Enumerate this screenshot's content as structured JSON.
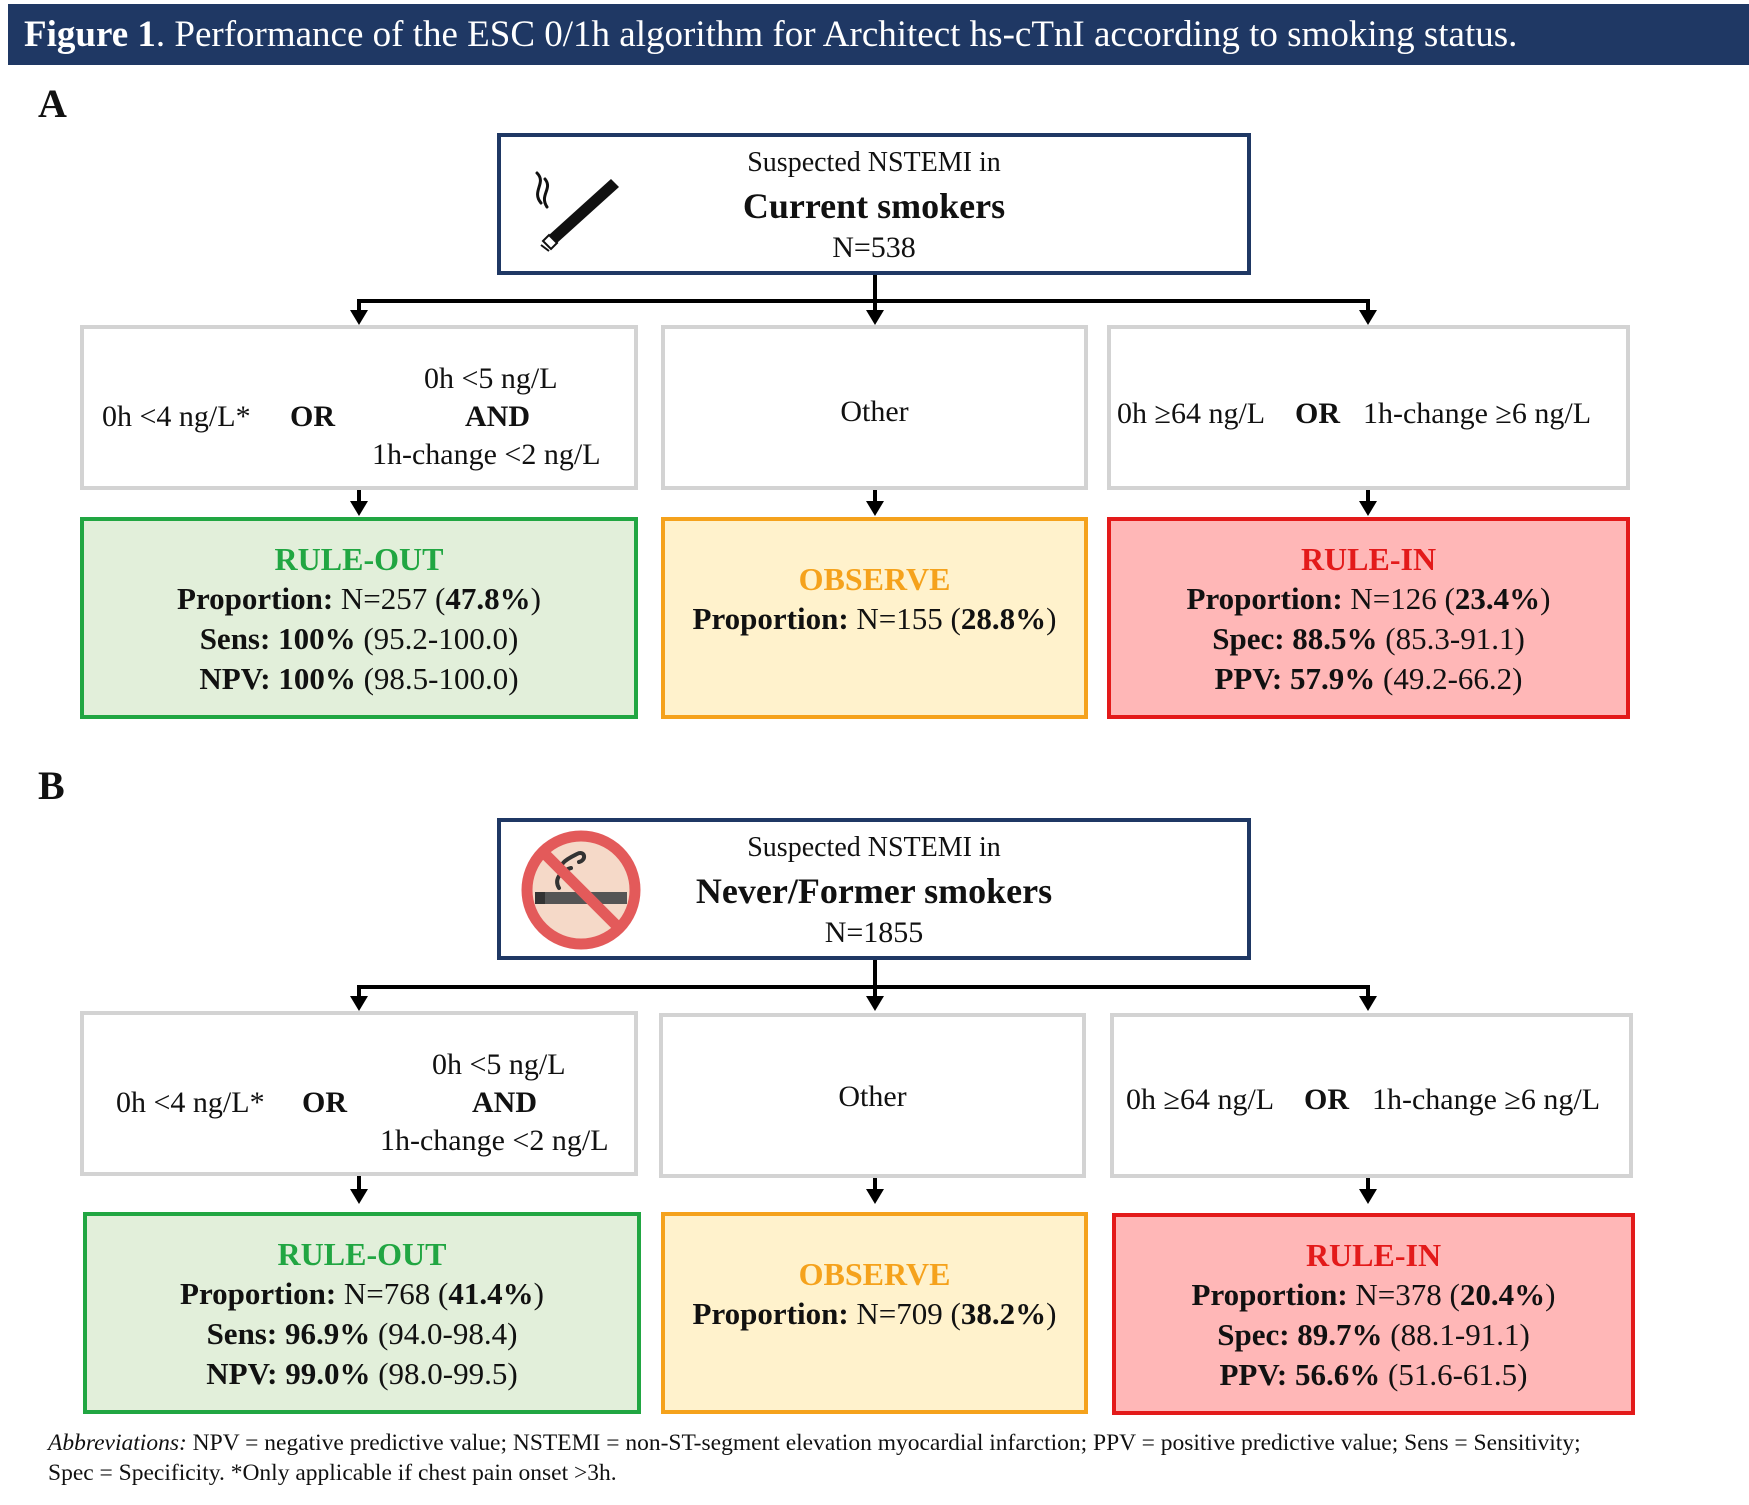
{
  "figure": {
    "title_bold": "Figure 1",
    "title_rest": ". Performance of the ESC 0/1h algorithm for Architect hs-cTnI according to smoking status."
  },
  "panels": [
    {
      "label": "A",
      "top": {
        "line1": "Suspected NSTEMI in",
        "line2": "Current smokers",
        "line3": "N=538",
        "icon": "cigarette-icon"
      },
      "criteria": {
        "rule_out": {
          "left": "0h <4 ng/L*",
          "or": "OR",
          "r1": "0h <5 ng/L",
          "r2": "AND",
          "r3": "1h-change <2 ng/L"
        },
        "observe": "Other",
        "rule_in": {
          "a": "0h ≥64 ng/L",
          "or": "OR",
          "b": "1h-change ≥6 ng/L"
        }
      },
      "results": {
        "rule_out": {
          "header": "RULE-OUT",
          "proportion": {
            "label": "Proportion:",
            "n": "N=257",
            "open": " (",
            "pct": "47.8%",
            "close": ")"
          },
          "stat1": {
            "label": "Sens:",
            "value": "100%",
            "ci": "(95.2-100.0)"
          },
          "stat2": {
            "label": "NPV:",
            "value": "100%",
            "ci": "(98.5-100.0)"
          }
        },
        "observe": {
          "header": "OBSERVE",
          "proportion": {
            "label": "Proportion:",
            "n": "N=155",
            "open": " (",
            "pct": "28.8%",
            "close": ")"
          }
        },
        "rule_in": {
          "header": "RULE-IN",
          "proportion": {
            "label": "Proportion:",
            "n": "N=126",
            "open": " (",
            "pct": "23.4%",
            "close": ")"
          },
          "stat1": {
            "label": "Spec:",
            "value": "88.5%",
            "ci": "(85.3-91.1)"
          },
          "stat2": {
            "label": "PPV:",
            "value": "57.9%",
            "ci": "(49.2-66.2)"
          }
        }
      }
    },
    {
      "label": "B",
      "top": {
        "line1": "Suspected NSTEMI in",
        "line2": "Never/Former smokers",
        "line3": "N=1855",
        "icon": "no-smoking-icon"
      },
      "criteria": {
        "rule_out": {
          "left": "0h <4 ng/L*",
          "or": "OR",
          "r1": "0h <5 ng/L",
          "r2": "AND",
          "r3": "1h-change <2 ng/L"
        },
        "observe": "Other",
        "rule_in": {
          "a": "0h ≥64 ng/L",
          "or": "OR",
          "b": "1h-change ≥6 ng/L"
        }
      },
      "results": {
        "rule_out": {
          "header": "RULE-OUT",
          "proportion": {
            "label": "Proportion:",
            "n": "N=768",
            "open": " (",
            "pct": "41.4%",
            "close": ")"
          },
          "stat1": {
            "label": "Sens:",
            "value": "96.9%",
            "ci": "(94.0-98.4)"
          },
          "stat2": {
            "label": "NPV:",
            "value": "99.0%",
            "ci": "(98.0-99.5)"
          }
        },
        "observe": {
          "header": "OBSERVE",
          "proportion": {
            "label": "Proportion:",
            "n": "N=709",
            "open": " (",
            "pct": "38.2%",
            "close": ")"
          }
        },
        "rule_in": {
          "header": "RULE-IN",
          "proportion": {
            "label": "Proportion:",
            "n": "N=378",
            "open": " (",
            "pct": "20.4%",
            "close": ")"
          },
          "stat1": {
            "label": "Spec:",
            "value": "89.7%",
            "ci": "(88.1-91.1)"
          },
          "stat2": {
            "label": "PPV:",
            "value": "56.6%",
            "ci": "(51.6-61.5)"
          }
        }
      }
    }
  ],
  "footnote": {
    "abbr_label": "Abbreviations:",
    "line1": " NPV = negative predictive value; NSTEMI = non-ST-segment elevation myocardial infarction; PPV = positive predictive value; Sens = Sensitivity;",
    "line2": "Spec = Specificity. *Only applicable if chest pain onset >3h."
  },
  "colors": {
    "title_bar": "#1f3864",
    "rule_out": "#21a642",
    "observe": "#f5a21c",
    "rule_in": "#e31a1a"
  }
}
